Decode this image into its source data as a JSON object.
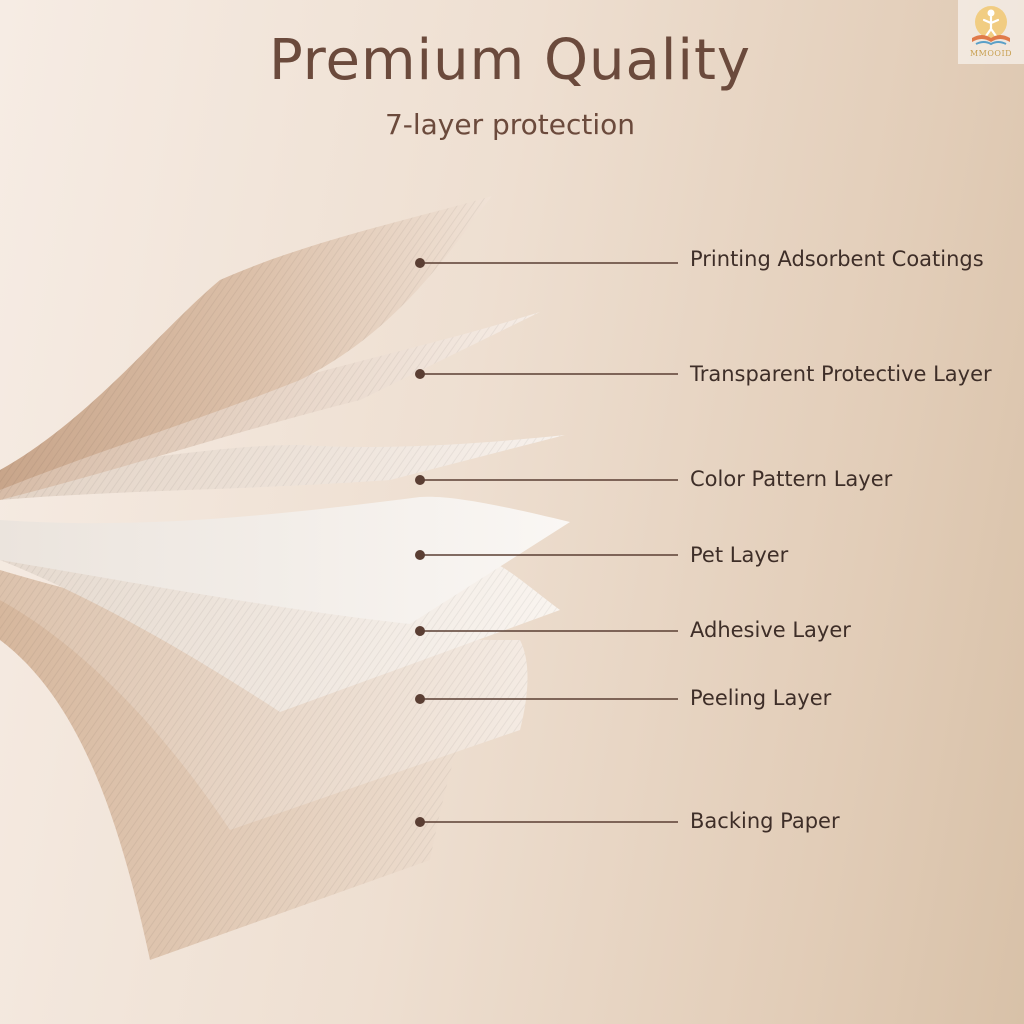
{
  "header": {
    "title": "Premium Quality",
    "subtitle": "7-layer protection"
  },
  "logo": {
    "text": "MMOOID"
  },
  "layers": [
    {
      "label": "Printing Adsorbent Coatings"
    },
    {
      "label": "Transparent Protective Layer"
    },
    {
      "label": "Color Pattern Layer"
    },
    {
      "label": "Pet Layer"
    },
    {
      "label": "Adhesive Layer"
    },
    {
      "label": "Peeling Layer"
    },
    {
      "label": "Backing Paper"
    }
  ],
  "colors": {
    "heading": "#6b4a3c",
    "callout_line": "#5a3e33",
    "label_text": "#3e2e28"
  }
}
